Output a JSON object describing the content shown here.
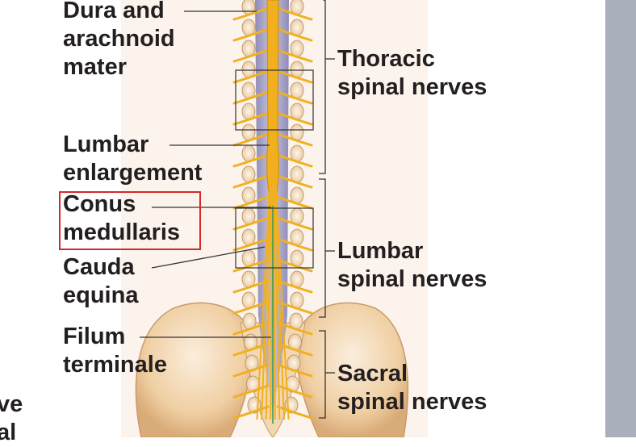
{
  "labels": {
    "dura": [
      "Dura and",
      "arachnoid",
      "mater"
    ],
    "lumbar_enlargement": [
      "Lumbar",
      "enlargement"
    ],
    "conus": [
      "Conus",
      "medullaris"
    ],
    "cauda": [
      "Cauda",
      "equina"
    ],
    "filum": [
      "Filum",
      "terminale"
    ],
    "thoracic_nerves": [
      "Thoracic",
      "spinal nerves"
    ],
    "lumbar_nerves": [
      "Lumbar",
      "spinal nerves"
    ],
    "sacral_nerves": [
      "Sacral",
      "spinal nerves"
    ],
    "cut_off_left": [
      "ve",
      "al"
    ]
  },
  "colors": {
    "nerve": "#f2b01e",
    "bone": "#f3d8b0",
    "dura": "#a9a6c6",
    "highlight": "#d42a2a",
    "side_bar": "#a9afbb",
    "text": "#231f20"
  }
}
